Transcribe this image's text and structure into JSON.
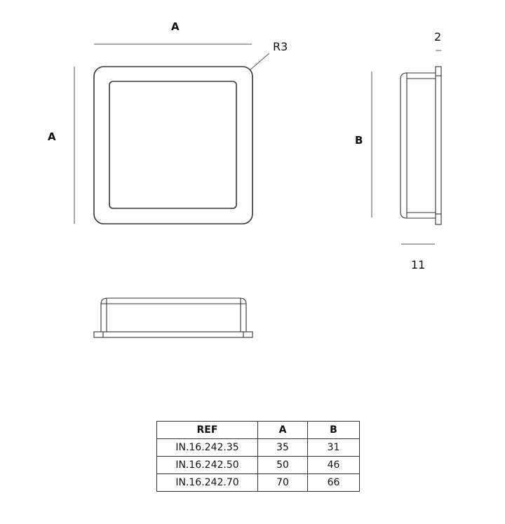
{
  "labels": {
    "top_dim": "A",
    "left_dim": "A",
    "radius": "R3",
    "side_height": "B",
    "flange_thickness": "2",
    "depth": "11"
  },
  "table": {
    "headers": [
      "REF",
      "A",
      "B"
    ],
    "rows": [
      [
        "IN.16.242.35",
        "35",
        "31"
      ],
      [
        "IN.16.242.50",
        "50",
        "46"
      ],
      [
        "IN.16.242.70",
        "70",
        "66"
      ]
    ]
  },
  "colors": {
    "line": "#333333",
    "dim_line": "#555555"
  }
}
